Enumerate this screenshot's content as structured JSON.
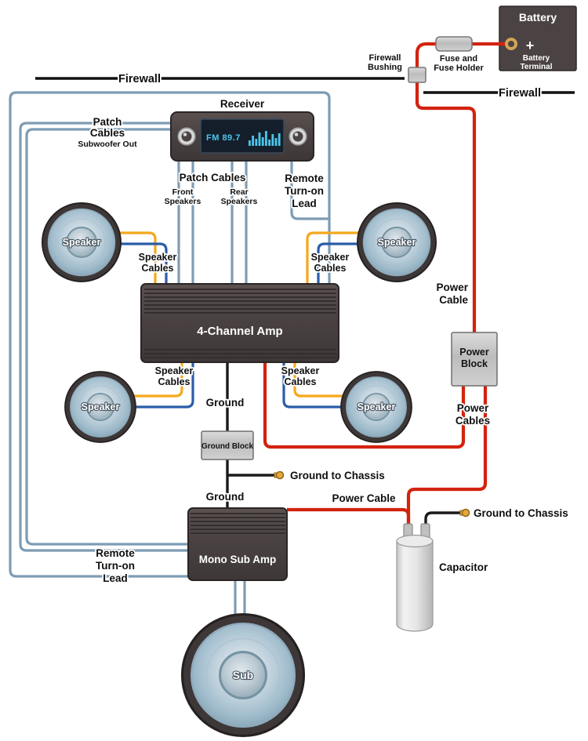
{
  "colors": {
    "wire_power_red": "#d2230f",
    "wire_patch_blue_gray": "#7d9cb5",
    "wire_speaker_yellow": "#f5a81c",
    "wire_speaker_blue": "#2a5da8",
    "wire_ground_black": "#1a1a1a",
    "component_dark": "#4c4444",
    "block_gray": "#c6c6c6",
    "display_cyan": "#4cc6ea",
    "terminal_gold": "#e3a83e"
  },
  "firewall": {
    "left_label": "Firewall",
    "right_label": "Firewall"
  },
  "battery": {
    "title": "Battery",
    "plus": "+",
    "terminal_label_1": "Battery",
    "terminal_label_2": "Terminal"
  },
  "fuse": {
    "label_1": "Fuse and",
    "label_2": "Fuse Holder"
  },
  "bushing": {
    "label_1": "Firewall",
    "label_2": "Bushing"
  },
  "receiver": {
    "title": "Receiver",
    "display_text": "FM 89.7"
  },
  "patch_subwoofer": {
    "label_1": "Patch",
    "label_2": "Cables",
    "label_3": "Subwoofer Out"
  },
  "patch_cables": {
    "title": "Patch Cables",
    "front_1": "Front",
    "front_2": "Speakers",
    "rear_1": "Rear",
    "rear_2": "Speakers"
  },
  "remote_top": {
    "label_1": "Remote",
    "label_2": "Turn-on",
    "label_3": "Lead"
  },
  "remote_bottom": {
    "label_1": "Remote",
    "label_2": "Turn-on",
    "label_3": "Lead"
  },
  "speaker_cables": {
    "label_1": "Speaker",
    "label_2": "Cables"
  },
  "speakers": {
    "front_left": "Speaker",
    "front_right": "Speaker",
    "rear_left": "Speaker",
    "rear_right": "Speaker",
    "sub": "Sub"
  },
  "amps": {
    "four_channel": "4-Channel Amp",
    "mono_sub": "Mono Sub Amp"
  },
  "ground": {
    "label_top": "Ground",
    "label_bottom": "Ground",
    "block_label": "Ground Block",
    "chassis_mid": "Ground to Chassis",
    "chassis_right": "Ground to Chassis"
  },
  "power": {
    "cable_1": "Power",
    "cable_2": "Cable",
    "block_1": "Power",
    "block_2": "Block",
    "cables_1": "Power",
    "cables_2": "Cables",
    "cable_sub": "Power Cable"
  },
  "capacitor": {
    "label": "Capacitor"
  }
}
